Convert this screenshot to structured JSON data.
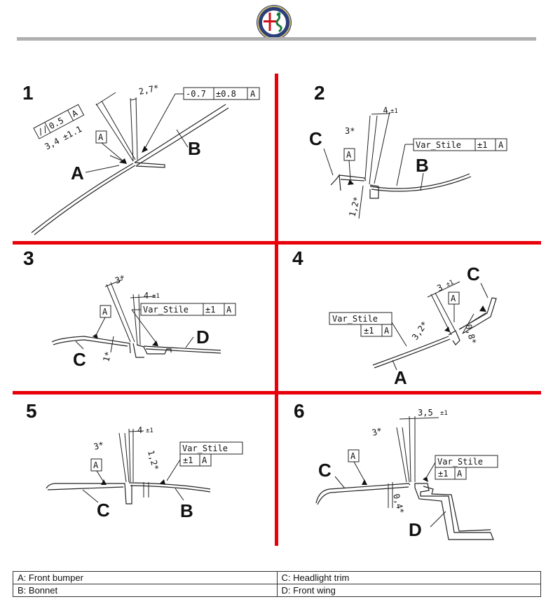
{
  "panels": [
    {
      "number": "1"
    },
    {
      "number": "2"
    },
    {
      "number": "3"
    },
    {
      "number": "4"
    },
    {
      "number": "5"
    },
    {
      "number": "6"
    }
  ],
  "panel1": {
    "label_a": "A",
    "label_b": "B",
    "parallel_symbol": "//",
    "parallel_value": "0.5",
    "parallel_ref": "A",
    "dim_gap": "3,4 ±1.1",
    "dim_flush": "2,7*",
    "fcf_value": "-0.7",
    "fcf_tol": "±0.8",
    "fcf_ref": "A",
    "datum": "A"
  },
  "panel2": {
    "label_b": "B",
    "label_c": "C",
    "dim_width": "4",
    "dim_width_tol": "±1",
    "dim_gap": "3*",
    "dim_flush": "1,2*",
    "fcf_value": "Var_Stile",
    "fcf_tol": "±1",
    "fcf_ref": "A",
    "datum": "A"
  },
  "panel3": {
    "label_c": "C",
    "label_d": "D",
    "dim_gap": "3*",
    "dim_width": "4",
    "dim_width_tol": "±1",
    "dim_flush": "1*",
    "fcf_value": "Var_Stile",
    "fcf_tol": "±1",
    "fcf_ref": "A",
    "datum": "A"
  },
  "panel4": {
    "label_a": "A",
    "label_c": "C",
    "dim_width": "3",
    "dim_width_tol": "±1",
    "dim_gap": "3,2*",
    "dim_flush": "0,8*",
    "fcf_value": "Var_Stile",
    "fcf_tol": "±1",
    "fcf_ref": "A",
    "datum": "A"
  },
  "panel5": {
    "label_b": "B",
    "label_c": "C",
    "dim_width": "4",
    "dim_width_tol": "±1",
    "dim_gap": "3*",
    "dim_flush": "1,2*",
    "fcf_value": "Var_Stile",
    "fcf_tol": "±1",
    "fcf_ref": "A",
    "datum": "A"
  },
  "panel6": {
    "label_c": "C",
    "label_d": "D",
    "dim_width": "3,5",
    "dim_width_tol": "±1",
    "dim_gap": "3*",
    "dim_flush": "0,4*",
    "fcf_value": "Var_Stile",
    "fcf_tol": "±1",
    "fcf_ref": "A",
    "datum": "A"
  },
  "legend": {
    "a": "A: Front bumper",
    "b": "B: Bonnet",
    "c": "C: Headlight trim",
    "d": "D: Front wing"
  },
  "colors": {
    "divider": "#e8000b",
    "header_rule": "#b0b0b0"
  },
  "logo_icon": "alfa-romeo-badge-icon"
}
